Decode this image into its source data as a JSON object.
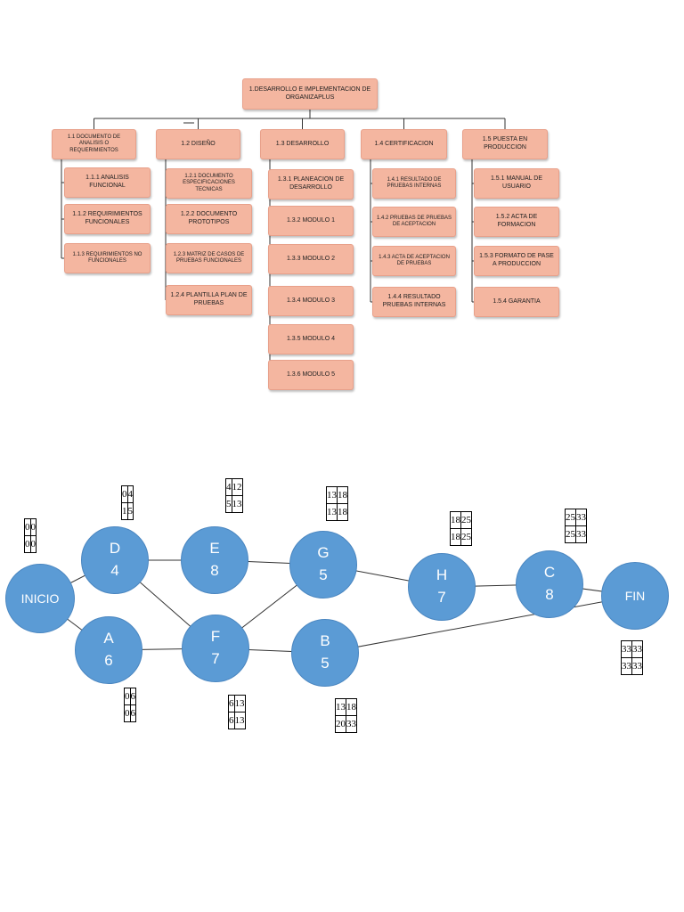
{
  "wbs": {
    "root": "1.DESARROLLO E IMPLEMENTACION DE ORGANIZAPLUS",
    "branches": [
      {
        "label": "1.1 DOCUMENTO DE ANALISIS O REQUERIMIENTOS",
        "children": [
          "1.1.1 ANALISIS FUNCIONAL",
          "1.1.2 REQUIRIMIENTOS FUNCIONALES",
          "1.1.3 REQUIRIMIENTOS NO FUNCIONALES"
        ]
      },
      {
        "label": "1.2 DISEÑO",
        "children": [
          "1.2.1 DOCUMENTO ESPECIFICACIONES TECNICAS",
          "1.2.2 DOCUMENTO PROTOTIPOS",
          "1.2.3 MATRIZ DE CASOS DE PRUEBAS FUNCIONALES",
          "1.2.4 PLANTILLA PLAN DE PRUEBAS"
        ]
      },
      {
        "label": "1.3 DESARROLLO",
        "children": [
          "1.3.1 PLANEACION DE DESARROLLO",
          "1.3.2 MODULO 1",
          "1.3.3 MODULO 2",
          "1.3.4 MODULO 3",
          "1.3.5 MODULO 4",
          "1.3.6 MODULO 5"
        ]
      },
      {
        "label": "1.4 CERTIFICACION",
        "children": [
          "1.4.1 RESULTADO DE PRUEBAS INTERNAS",
          "1.4.2 PRUEBAS DE PRUEBAS DE ACEPTACION",
          "1.4.3 ACTA DE ACEPTACION DE PRUEBAS",
          "1.4.4 RESULTADO PRUEBAS INTERNAS"
        ]
      },
      {
        "label": "1.5 PUESTA EN PRODUCCION",
        "children": [
          "1.5.1 MANUAL DE USUARIO",
          "1.5.2 ACTA DE FORMACION",
          "1.5.3 FORMATO DE PASE A PRODUCCION",
          "1.5.4 GARANTIA"
        ]
      }
    ]
  },
  "network": {
    "colors": {
      "node_fill": "#5b9bd5",
      "node_text": "#ffffff",
      "wbs_fill": "#f4b6a0"
    },
    "nodes": [
      {
        "id": "INICIO",
        "name": "INICIO",
        "duration": "",
        "es": "0",
        "ef": "0",
        "ls": "0",
        "lf": "0"
      },
      {
        "id": "D",
        "name": "D",
        "duration": "4",
        "es": "0",
        "ef": "4",
        "ls": "1",
        "lf": "5"
      },
      {
        "id": "A",
        "name": "A",
        "duration": "6",
        "es": "0",
        "ef": "6",
        "ls": "0",
        "lf": "6"
      },
      {
        "id": "E",
        "name": "E",
        "duration": "8",
        "es": "4",
        "ef": "12",
        "ls": "5",
        "lf": "13"
      },
      {
        "id": "F",
        "name": "F",
        "duration": "7",
        "es": "6",
        "ef": "13",
        "ls": "6",
        "lf": "13"
      },
      {
        "id": "G",
        "name": "G",
        "duration": "5",
        "es": "13",
        "ef": "18",
        "ls": "13",
        "lf": "18"
      },
      {
        "id": "B",
        "name": "B",
        "duration": "5",
        "es": "13",
        "ef": "18",
        "ls": "20",
        "lf": "33"
      },
      {
        "id": "H",
        "name": "H",
        "duration": "7",
        "es": "18",
        "ef": "25",
        "ls": "18",
        "lf": "25"
      },
      {
        "id": "C",
        "name": "C",
        "duration": "8",
        "es": "25",
        "ef": "33",
        "ls": "25",
        "lf": "33"
      },
      {
        "id": "FIN",
        "name": "FIN",
        "duration": "",
        "es": "33",
        "ef": "33",
        "ls": "33",
        "lf": "33"
      }
    ],
    "edges": [
      [
        "INICIO",
        "D"
      ],
      [
        "INICIO",
        "A"
      ],
      [
        "D",
        "E"
      ],
      [
        "D",
        "F"
      ],
      [
        "A",
        "F"
      ],
      [
        "E",
        "G"
      ],
      [
        "F",
        "G"
      ],
      [
        "F",
        "B"
      ],
      [
        "G",
        "H"
      ],
      [
        "H",
        "C"
      ],
      [
        "C",
        "FIN"
      ],
      [
        "B",
        "FIN"
      ]
    ]
  }
}
